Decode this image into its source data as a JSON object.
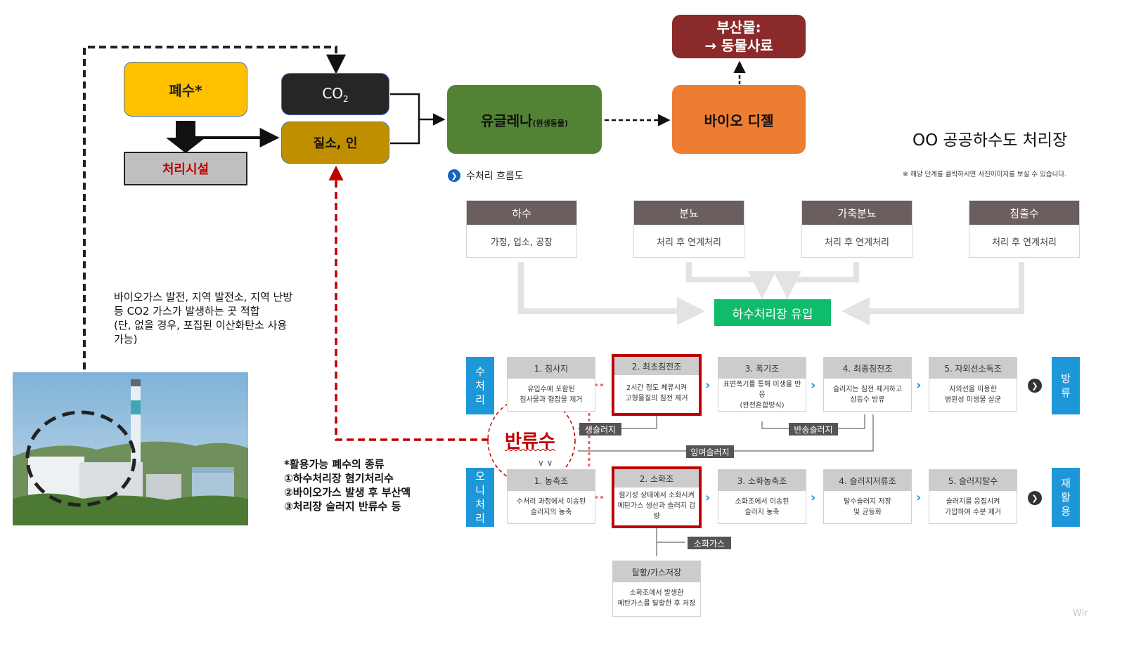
{
  "top_flow": {
    "wastewater": "폐수*",
    "facility": "처리시설",
    "co2_base": "CO",
    "co2_sub": "2",
    "nitrogen": "질소, 인",
    "euglena_main": "유글레나",
    "euglena_sub": "(원생동물)",
    "biodiesel": "바이오 디젤",
    "byproduct_line1": "부산물:",
    "byproduct_line2": "→ 동물사료"
  },
  "notes": {
    "co2_source": [
      "바이오가스 발전, 지역 발전소, 지역 난방",
      "등 CO2 가스가 발생하는 곳 적합",
      "(단, 없을 경우, 포집된 이산화탄소 사용",
      "가능)"
    ],
    "usable_wastewater": [
      "*활용가능 폐수의 종류",
      "①하수처리장 혐기처리수",
      "②바이오가스 발생 후 부산액",
      "③처리장 슬러지 반류수 등"
    ],
    "return_water": "반류수"
  },
  "plant": {
    "title": "OO 공공하수도 처리장",
    "notice": "※ 해당 단계를 클릭하시면 사진이미지를 보실 수 있습니다.",
    "flow_heading": "수처리 흐름도",
    "sources": [
      {
        "head": "하수",
        "body": "가정, 업소, 공장"
      },
      {
        "head": "분뇨",
        "body": "처리 후 연계처리"
      },
      {
        "head": "가축분뇨",
        "body": "처리 후 연계처리"
      },
      {
        "head": "침출수",
        "body": "처리 후 연계처리"
      }
    ],
    "inflow": "하수처리장 유입",
    "water_label": "수\n처\n리",
    "discharge_label": "방\n류",
    "sludge_label": "오\n니\n처\n리",
    "reuse_label": "재\n활\n용",
    "water_steps": [
      {
        "head": "1. 침사지",
        "body": "유입수에 포함된\n침사물과 협잡물 제거"
      },
      {
        "head": "2. 최초침전조",
        "body": "2시간 정도 체류시켜\n고형물질의 침전 제거"
      },
      {
        "head": "3. 폭기조",
        "body": "표면폭기를 통해 미생물 반응\n(완전혼합방식)"
      },
      {
        "head": "4. 최종침전조",
        "body": "슬러지는 침전 제거하고\n상등수 방류"
      },
      {
        "head": "5. 자외선소독조",
        "body": "자외선을 이용한\n병원성 미생물 살균"
      }
    ],
    "sludge_steps": [
      {
        "head": "1. 농축조",
        "body": "수처리 과정에서 이송된\n슬러지의 농축"
      },
      {
        "head": "2. 소화조",
        "body": "혐기성 상태에서 소화시켜\n메탄가스 생산과 슬러지 감량"
      },
      {
        "head": "3. 소화농축조",
        "body": "소화조에서 이송된\n슬러지 농축"
      },
      {
        "head": "4. 슬러지저류조",
        "body": "탈수슬러지 저장\n및 균등화"
      },
      {
        "head": "5. 슬러지탈수",
        "body": "슬러지를 응집시켜\n가압하여 수분 제거"
      }
    ],
    "tags": {
      "raw_sludge": "생슬러지",
      "return_sludge": "반송슬러지",
      "excess_sludge": "잉여슬러지",
      "digester_gas": "소화가스"
    },
    "gas_storage": {
      "head": "탈황/가스저장",
      "body": "소화조에서 발생한\n메탄가스를 탈황한 후 저장"
    },
    "watermark": "Wir"
  },
  "colors": {
    "wastewater": "#ffc000",
    "facility": "#bfbfbf",
    "co2": "#262626",
    "nitrogen": "#bf8f00",
    "euglena": "#548235",
    "biodiesel": "#ed7d31",
    "byproduct": "#8b2a2a",
    "inflow": "#0fbc6c",
    "accent_blue": "#1d97d7",
    "highlight_red": "#c00000"
  }
}
